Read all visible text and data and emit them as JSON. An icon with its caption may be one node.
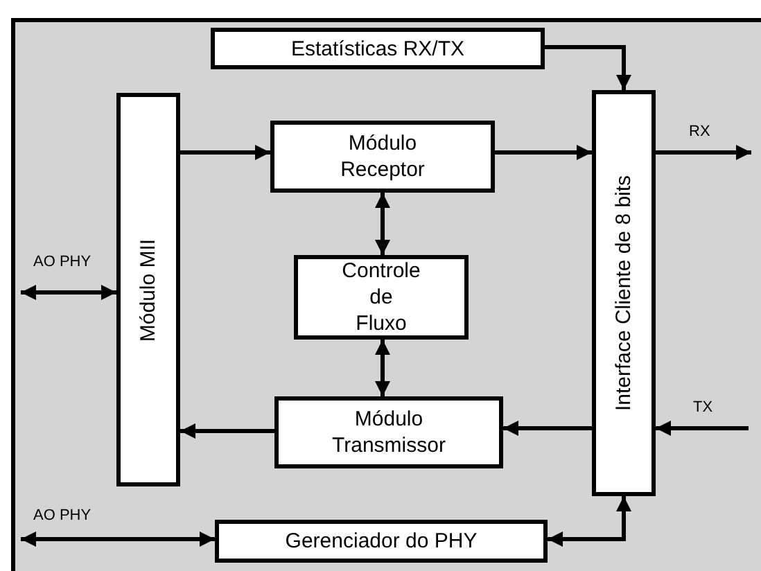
{
  "diagram": {
    "nodes": [
      {
        "text": [
          "Estatísticas RX/TX"
        ]
      },
      {
        "text": [
          "Módulo MII"
        ]
      },
      {
        "text": [
          "Módulo Receptor"
        ]
      },
      {
        "text": [
          "Controle de Fluxo"
        ]
      },
      {
        "text": [
          "Módulo Transmissor"
        ]
      },
      {
        "text": [
          "Interface Cliente de 8 bits"
        ]
      },
      {
        "text": [
          "Gerenciador do PHY"
        ]
      }
    ],
    "edges": [
      {
        "from": 0,
        "to": 5,
        "arrow": "to"
      },
      {
        "from": 1,
        "to": 2,
        "arrow": "to"
      },
      {
        "from": 2,
        "to": 5,
        "arrow": "to"
      },
      {
        "from": 2,
        "to": 3,
        "arrow": "both"
      },
      {
        "from": 3,
        "to": 4,
        "arrow": "both"
      },
      {
        "from": 4,
        "to": 1,
        "arrow": "to"
      },
      {
        "from": 5,
        "to": 4,
        "arrow": "to"
      },
      {
        "from": null,
        "to": 1,
        "arrow": "both",
        "label": "AO PHY"
      },
      {
        "from": null,
        "to": 6,
        "arrow": "both",
        "label": "AO PHY"
      },
      {
        "from": 6,
        "to": 5,
        "arrow": "both"
      },
      {
        "from": 5,
        "to": null,
        "arrow": "to",
        "label": "RX"
      },
      {
        "from": null,
        "to": 5,
        "arrow": "to",
        "label": "TX"
      }
    ]
  }
}
